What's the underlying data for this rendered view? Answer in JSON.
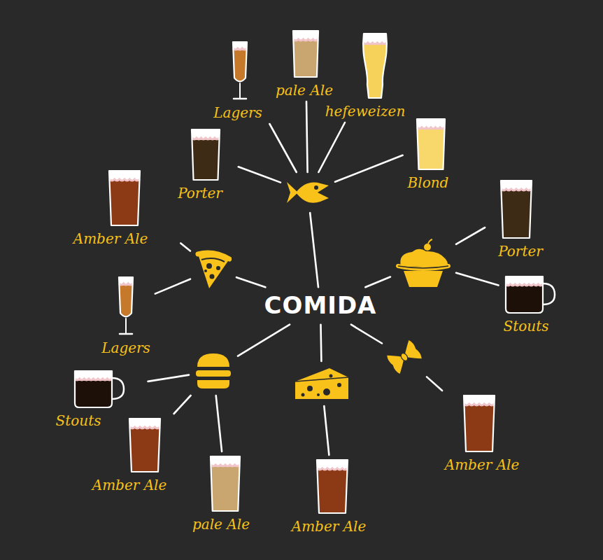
{
  "diagram": {
    "nodes": [
      {
        "text": [
          "COMIDA"
        ]
      },
      {
        "text": []
      },
      {
        "text": []
      },
      {
        "text": []
      },
      {
        "text": []
      },
      {
        "text": []
      },
      {
        "text": []
      },
      {
        "text": [
          "Lagers"
        ]
      },
      {
        "text": [
          "pale Ale"
        ]
      },
      {
        "text": [
          "hefeweizen"
        ]
      },
      {
        "text": [
          "Porter"
        ]
      },
      {
        "text": [
          "Blond"
        ]
      },
      {
        "text": [
          "Amber Ale"
        ]
      },
      {
        "text": [
          "Lagers"
        ]
      },
      {
        "text": [
          "Porter"
        ]
      },
      {
        "text": [
          "Stouts"
        ]
      },
      {
        "text": [
          "Stouts"
        ]
      },
      {
        "text": [
          "Amber Ale"
        ]
      },
      {
        "text": [
          "pale Ale"
        ]
      },
      {
        "text": [
          "Amber Ale"
        ]
      },
      {
        "text": [
          "Amber Ale"
        ]
      }
    ],
    "edges": [
      {
        "from": 0,
        "to": 1,
        "arrow": "none"
      },
      {
        "from": 0,
        "to": 2,
        "arrow": "none"
      },
      {
        "from": 0,
        "to": 3,
        "arrow": "none"
      },
      {
        "from": 0,
        "to": 4,
        "arrow": "none"
      },
      {
        "from": 0,
        "to": 5,
        "arrow": "none"
      },
      {
        "from": 0,
        "to": 6,
        "arrow": "none"
      },
      {
        "from": 1,
        "to": 7,
        "arrow": "none"
      },
      {
        "from": 1,
        "to": 8,
        "arrow": "none"
      },
      {
        "from": 1,
        "to": 9,
        "arrow": "none"
      },
      {
        "from": 1,
        "to": 10,
        "arrow": "none"
      },
      {
        "from": 1,
        "to": 11,
        "arrow": "none"
      },
      {
        "from": 2,
        "to": 12,
        "arrow": "none"
      },
      {
        "from": 2,
        "to": 13,
        "arrow": "none"
      },
      {
        "from": 3,
        "to": 14,
        "arrow": "none"
      },
      {
        "from": 3,
        "to": 15,
        "arrow": "none"
      },
      {
        "from": 4,
        "to": 16,
        "arrow": "none"
      },
      {
        "from": 4,
        "to": 17,
        "arrow": "none"
      },
      {
        "from": 4,
        "to": 18,
        "arrow": "none"
      },
      {
        "from": 5,
        "to": 19,
        "arrow": "none"
      },
      {
        "from": 6,
        "to": 20,
        "arrow": "none"
      }
    ]
  }
}
